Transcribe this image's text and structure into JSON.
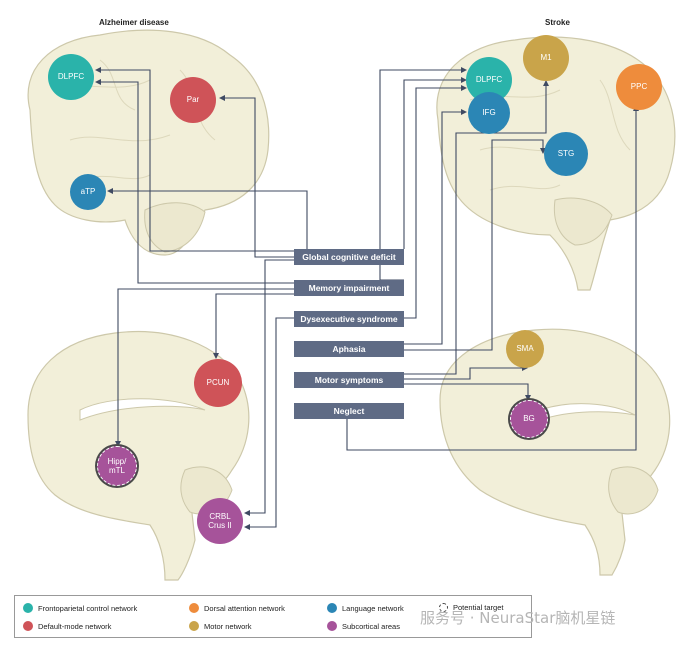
{
  "titles": {
    "left": "Alzheimer disease",
    "right": "Stroke"
  },
  "symptoms": [
    {
      "label": "Global cognitive deficit"
    },
    {
      "label": "Memory impairment"
    },
    {
      "label": "Dysexecutive syndrome"
    },
    {
      "label": "Aphasia"
    },
    {
      "label": "Motor symptoms"
    },
    {
      "label": "Neglect"
    }
  ],
  "regions": {
    "ad_dlpfc": {
      "label": "DLPFC",
      "network": "frontoparietal"
    },
    "ad_par": {
      "label": "Par",
      "network": "default"
    },
    "ad_atp": {
      "label": "aTP",
      "network": "language"
    },
    "ad_pcun": {
      "label": "PCUN",
      "network": "default"
    },
    "ad_hipp": {
      "label": "Hipp/\nmTL",
      "network": "subcortical",
      "potential": true
    },
    "ad_crbl": {
      "label": "CRBL\nCrus II",
      "network": "subcortical"
    },
    "st_m1": {
      "label": "M1",
      "network": "motor"
    },
    "st_dlpfc": {
      "label": "DLPFC",
      "network": "frontoparietal"
    },
    "st_ifg": {
      "label": "IFG",
      "network": "language"
    },
    "st_ppc": {
      "label": "PPC",
      "network": "dorsal"
    },
    "st_stg": {
      "label": "STG",
      "network": "language"
    },
    "st_sma": {
      "label": "SMA",
      "network": "motor"
    },
    "st_bg": {
      "label": "BG",
      "network": "subcortical",
      "potential": true
    }
  },
  "colors": {
    "frontoparietal": "#2ab3aa",
    "default": "#cf5358",
    "dorsal": "#ee8c3c",
    "motor": "#c9a44a",
    "language": "#2b86b5",
    "subcortical": "#a6539a",
    "brain_fill": "#f2efd9",
    "brain_stroke": "#cdc8aa",
    "arrow": "#3f4a62",
    "symptom_box": "#5f6b85"
  },
  "legend": [
    {
      "label": "Frontoparietal control network",
      "network": "frontoparietal"
    },
    {
      "label": "Dorsal attention network",
      "network": "dorsal"
    },
    {
      "label": "Language network",
      "network": "language"
    },
    {
      "label": "Potential target",
      "network": "potential"
    },
    {
      "label": "Default-mode network",
      "network": "default"
    },
    {
      "label": "Motor network",
      "network": "motor"
    },
    {
      "label": "Subcortical areas",
      "network": "subcortical"
    }
  ],
  "watermark": "服务号 · NeuraStar脑机星链"
}
